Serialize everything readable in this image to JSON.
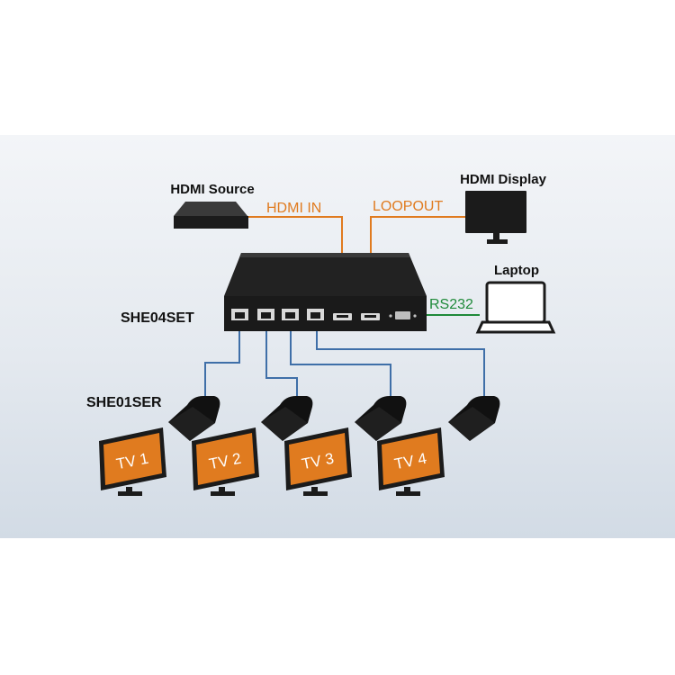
{
  "devices": {
    "hdmi_source": "HDMI Source",
    "hdmi_display": "HDMI Display",
    "laptop": "Laptop",
    "transmitter": "SHE04SET",
    "receiver": "SHE01SER"
  },
  "connections": {
    "hdmi_in": "HDMI IN",
    "loopout": "LOOPOUT",
    "rs232": "RS232"
  },
  "tvs": [
    "TV 1",
    "TV 2",
    "TV 3",
    "TV 4"
  ],
  "colors": {
    "hdmi_cable": "#e07b1f",
    "rs232_cable": "#1f8a3a",
    "ethernet_cable": "#3f6fa8",
    "tv_screen": "#e07b1f",
    "device_body": "#1b1b1b"
  }
}
